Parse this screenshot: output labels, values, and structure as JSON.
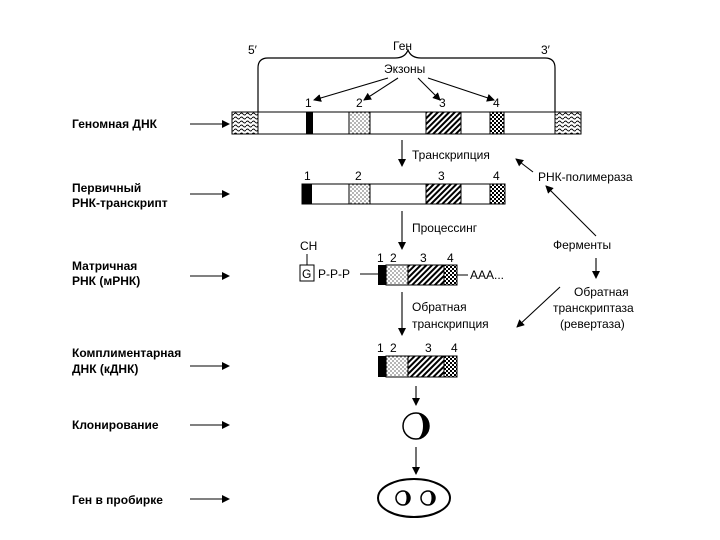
{
  "gene": {
    "label": "Ген",
    "five_prime": "5′",
    "three_prime": "3′",
    "exons_label": "Экзоны"
  },
  "exon_numbers": [
    "1",
    "2",
    "3",
    "4"
  ],
  "left_labels": {
    "genomic_dna": "Геномная ДНК",
    "primary_transcript_line1": "Первичный",
    "primary_transcript_line2": "РНК-транскрипт",
    "mrna_line1": "Матричная",
    "mrna_line2": "РНК (мРНК)",
    "cdna_line1": "Комплиментарная",
    "cdna_line2": "ДНК (кДНК)",
    "cloning": "Клонирование",
    "test_tube_gene": "Ген в пробирке"
  },
  "steps": {
    "transcription": "Транскрипция",
    "processing": "Процессинг",
    "reverse_transcription_line1": "Обратная",
    "reverse_transcription_line2": "транскрипция"
  },
  "enzymes": {
    "rna_polymerase": "РНК-полимераза",
    "enzymes_label": "Ферменты",
    "reverse_transcriptase_line1": "Обратная",
    "reverse_transcriptase_line2": "транскриптаза",
    "reverse_transcriptase_line3": "(ревертаза)"
  },
  "mrna_cap": {
    "ch": "CH",
    "g": "G",
    "ppp": "P-P-P",
    "poly_a": "AAA..."
  }
}
